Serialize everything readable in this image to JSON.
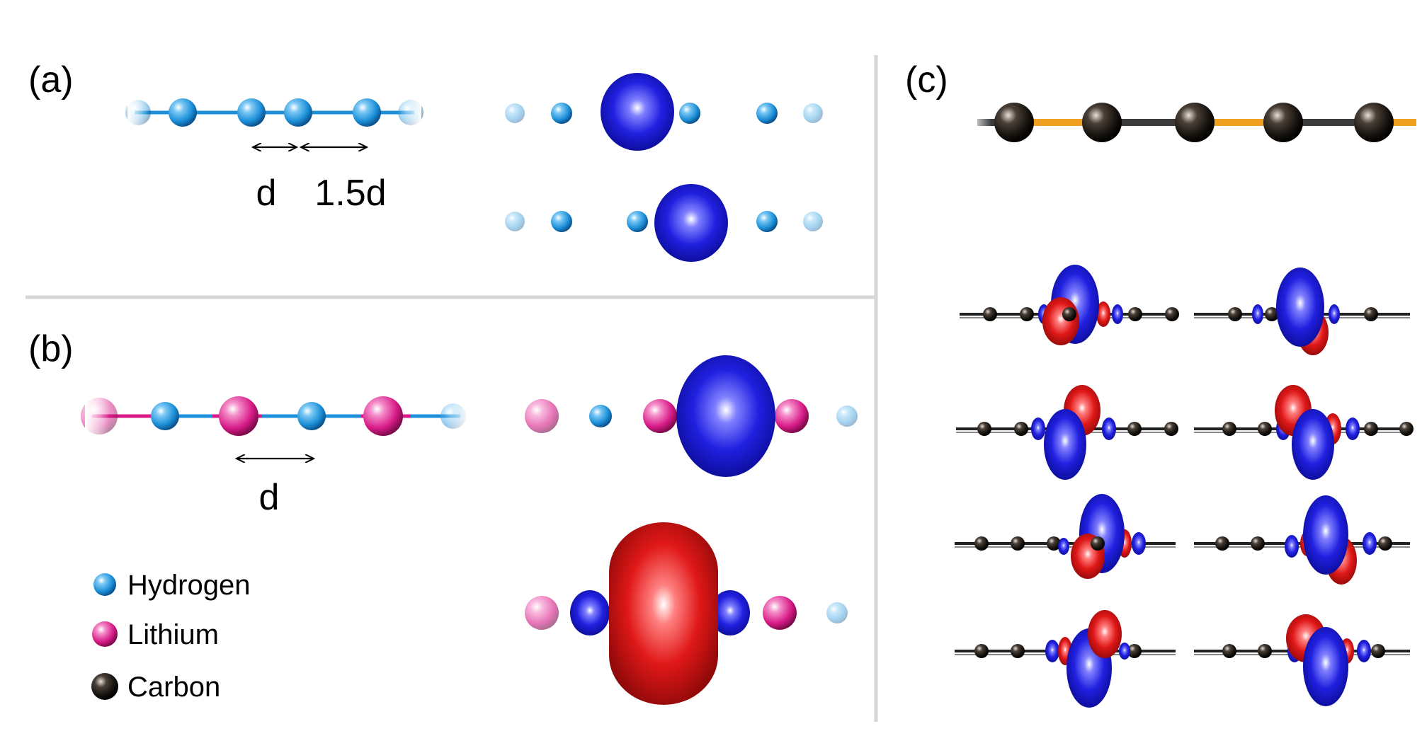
{
  "panels": {
    "a": {
      "label": "(a)",
      "dim_left": "d",
      "dim_right": "1.5d"
    },
    "b": {
      "label": "(b)",
      "dim": "d"
    },
    "c": {
      "label": "(c)"
    }
  },
  "legend": [
    {
      "name": "Hydrogen",
      "icon": "hydrogen-atom-icon",
      "color": "#2f9ee4"
    },
    {
      "name": "Lithium",
      "icon": "lithium-atom-icon",
      "color": "#e0248f"
    },
    {
      "name": "Carbon",
      "icon": "carbon-atom-icon",
      "color": "#1a1410"
    }
  ],
  "colors": {
    "hydrogen": "#2f9ee4",
    "lithium": "#e0248f",
    "carbon": "#1a1410",
    "orbital_positive": "#1e1ed6",
    "orbital_negative": "#e01818",
    "bond_orange": "#f0a020",
    "divider": "#d6d6d6"
  }
}
